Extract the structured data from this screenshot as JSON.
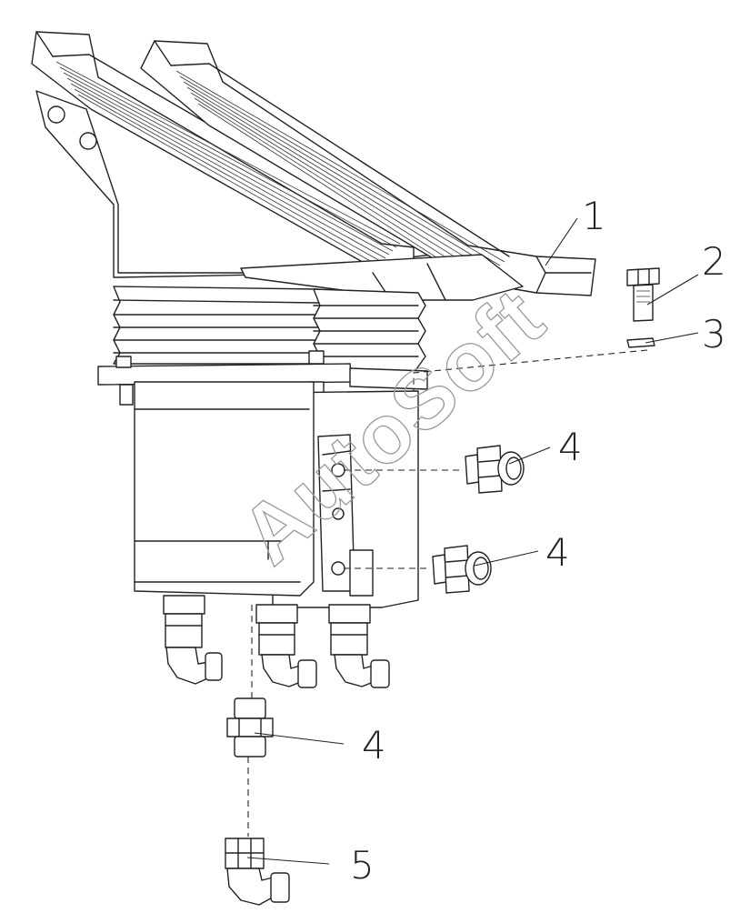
{
  "callouts": [
    {
      "id": "c1",
      "label": "1"
    },
    {
      "id": "c2",
      "label": "2"
    },
    {
      "id": "c3",
      "label": "3"
    },
    {
      "id": "c4a",
      "label": "4"
    },
    {
      "id": "c4b",
      "label": "4"
    },
    {
      "id": "c4c",
      "label": "4"
    },
    {
      "id": "c5",
      "label": "5"
    }
  ],
  "watermark": "AutoSoft"
}
